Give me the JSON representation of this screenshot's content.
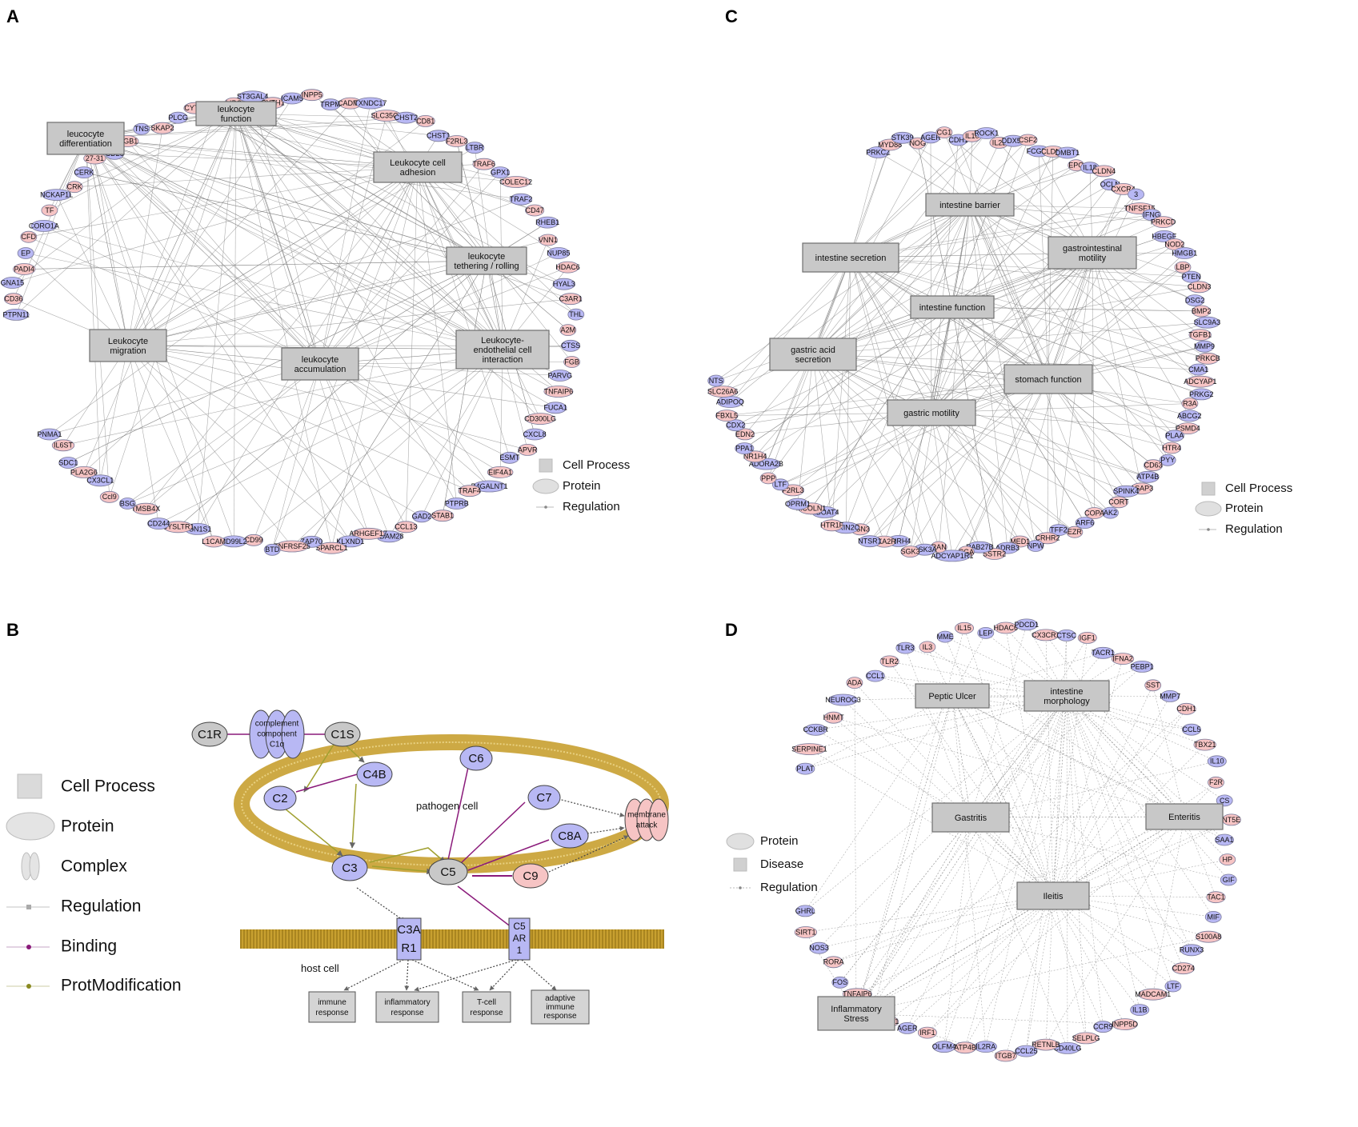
{
  "panels": {
    "A": {
      "label": "A",
      "processes": [
        {
          "id": "a_lf",
          "label": [
            "leukocyte",
            "function"
          ]
        },
        {
          "id": "a_ld",
          "label": [
            "leucocyte",
            "differentiation"
          ]
        },
        {
          "id": "a_lca",
          "label": [
            "Leukocyte cell",
            "adhesion"
          ]
        },
        {
          "id": "a_ltr",
          "label": [
            "leukocyte",
            "tethering / rolling"
          ]
        },
        {
          "id": "a_lm",
          "label": [
            "Leukocyte",
            "migration"
          ]
        },
        {
          "id": "a_la",
          "label": [
            "leukocyte",
            "accumulation"
          ]
        },
        {
          "id": "a_lec",
          "label": [
            "Leukocyte-",
            "endothelial cell",
            "interaction"
          ]
        }
      ],
      "proteins": [
        "PTPN11",
        "CD36",
        "GNA15",
        "PADI4",
        "EP",
        "CFD",
        "CORO1A",
        "TF",
        "NCKAP1L",
        "CRK",
        "CERK",
        "27-31",
        "CD28",
        "ITGB1",
        "TNS",
        "SKAP2",
        "PLCG",
        "CYTIP",
        "MC1R",
        "LIPG",
        "ST3GAL4",
        "CYTH1",
        "ICAM5",
        "INPP5",
        "TRPM",
        "CADM1",
        "TXNDC17",
        "SLC35C1",
        "CHST2",
        "CD81",
        "CHST1",
        "F2RL3",
        "LTBR",
        "TRAF6",
        "GPX1",
        "COLEC12",
        "TRAF2",
        "CD47",
        "RHEB1",
        "VNN1",
        "NUP85",
        "HDAC6",
        "HYAL3",
        "C3AR1",
        "THL",
        "A2M",
        "CTSS",
        "FGB",
        "PARVG",
        "TNFAIP6",
        "FUCA1",
        "CD300LG",
        "CXCL8",
        "APVR",
        "ESMT",
        "EIF4A1",
        "B4GALNT1",
        "TRAF4",
        "PTPRB",
        "STAB1",
        "GAD2",
        "CCL13",
        "ADAM28",
        "ARHGEF17",
        "KLXND1",
        "SPARCL1",
        "ZAP70",
        "TNFRSF25",
        "BTD",
        "CD99",
        "CD99L2",
        "L1CAM",
        "CSN1S1",
        "CYSLTR1",
        "CD244",
        "TMSB4X",
        "BSG",
        "Ccl9",
        "CX3CL1",
        "PLA2G6",
        "SDC1",
        "IL6ST",
        "PNMA1"
      ],
      "legend": [
        "Cell Process",
        "Protein",
        "Regulation"
      ]
    },
    "B": {
      "label": "B",
      "nodes": {
        "c1r": "C1R",
        "c1q": [
          "complement",
          "component",
          "C1q"
        ],
        "c1s": "C1S",
        "c4b": "C4B",
        "c2": "C2",
        "c3": "C3",
        "c5": "C5",
        "c6": "C6",
        "c7": "C7",
        "c8a": "C8A",
        "c9": "C9",
        "mac": [
          "membrane",
          "attack"
        ],
        "c3ar1": [
          "C3A",
          "R1"
        ],
        "c5ar1": [
          "C5",
          "AR",
          "1"
        ]
      },
      "pathogen_label": "pathogen cell",
      "host_label": "host cell",
      "processes": [
        [
          "immune",
          "response"
        ],
        [
          "inflammatory",
          "response"
        ],
        [
          "T-cell",
          "response"
        ],
        [
          "adaptive",
          "immune",
          "response"
        ]
      ],
      "legend": [
        "Cell Process",
        "Protein",
        "Complex",
        "Regulation",
        "Binding",
        "ProtModification"
      ]
    },
    "C": {
      "label": "C",
      "processes": [
        {
          "id": "c_ib",
          "label": [
            "intestine barrier"
          ]
        },
        {
          "id": "c_is",
          "label": [
            "intestine secretion"
          ]
        },
        {
          "id": "c_gim",
          "label": [
            "gastrointestinal",
            "motility"
          ]
        },
        {
          "id": "c_if",
          "label": [
            "intestine function"
          ]
        },
        {
          "id": "c_gas",
          "label": [
            "gastric acid",
            "secretion"
          ]
        },
        {
          "id": "c_sf",
          "label": [
            "stomach function"
          ]
        },
        {
          "id": "c_gm",
          "label": [
            "gastric motility"
          ]
        }
      ],
      "proteins": [
        "PRKCZ",
        "MYD88",
        "STK39",
        "NOG",
        "AGER",
        "CG1",
        "CDH1",
        "IL10",
        "ROCK1",
        "IL22",
        "DDX58",
        "CSF2",
        "FCGRT",
        "CLDN2",
        "DMBT1",
        "EPO",
        "IL18",
        "CLDN4",
        "OCLN",
        "CXCR4",
        "3",
        "TNFSF15",
        "IFNG",
        "PRKCD",
        "HBEGF",
        "NOD2",
        "HMGB1",
        "LBP",
        "PTEN",
        "CLDN3",
        "DSG2",
        "BMP2",
        "SLC9A3",
        "TGFB1",
        "MMP9",
        "PRKCB",
        "CMA1",
        "ADCYAP1",
        "PRKG2",
        "R3A",
        "ABCG2",
        "PSMD4",
        "PLAA",
        "HTR4",
        "PYY",
        "CD63",
        "ATP4B",
        "ASAP3",
        "SPINK4",
        "CORT",
        "AK2",
        "COPA",
        "ARF6",
        "EZR",
        "TFF2",
        "CRHR2",
        "NPW",
        "MED1",
        "ADRB3",
        "SSTR2",
        "RAB27B",
        "CGA",
        "ADCYAP1R1",
        "RAN",
        "GSK3A",
        "SGK3",
        "CHRH4",
        "BXA2R",
        "NTSR1",
        "CSN3",
        "GRIN2C",
        "HTR1F",
        "MBOAT4",
        "MCOLN1",
        "OPRM1",
        "F2RL3",
        "LTF",
        "PPP",
        "ADORA2B",
        "NR1H4",
        "PPA1",
        "EDN2",
        "CDX2",
        "FBXL5",
        "ADIPOQ",
        "SLC26A6",
        "NTS"
      ],
      "legend": [
        "Cell Process",
        "Protein",
        "Regulation"
      ]
    },
    "D": {
      "label": "D",
      "processes": [
        {
          "id": "d_pu",
          "label": [
            "Peptic Ulcer"
          ]
        },
        {
          "id": "d_im",
          "label": [
            "intestine",
            "morphology"
          ]
        },
        {
          "id": "d_ga",
          "label": [
            "Gastritis"
          ]
        },
        {
          "id": "d_en",
          "label": [
            "Enteritis"
          ]
        },
        {
          "id": "d_il",
          "label": [
            "Ileitis"
          ]
        },
        {
          "id": "d_is",
          "label": [
            "Inflammatory",
            "Stress"
          ]
        }
      ],
      "proteins": [
        "PLAT",
        "SERPINE1",
        "CCKBR",
        "HNMT",
        "NEUROG3",
        "ADA",
        "CCL1",
        "TLR2",
        "TLR3",
        "IL3",
        "MME",
        "IL15",
        "LEP",
        "HDAC6",
        "PDCD1",
        "CX3CR1",
        "CTSC",
        "IGF1",
        "TACR1",
        "IFNA2",
        "PEBP1",
        "SST",
        "MMP7",
        "CDH1",
        "CCL5",
        "TBX21",
        "IL10",
        "F2R",
        "CS",
        "NT5E",
        "SAA1",
        "HP",
        "GIF",
        "TAC1",
        "MIF",
        "S100A8",
        "RUNX3",
        "CD274",
        "LTF",
        "MADCAM1",
        "IL1B",
        "INPP5D",
        "CCR9",
        "SELPLG",
        "CD40LG",
        "RETNLB",
        "CCL25",
        "ITGB7",
        "IL2RA",
        "ATP4B",
        "OLFM4",
        "IRF1",
        "AGER",
        "KEAP1",
        "FOSL1",
        "TNFAIP6",
        "FOS",
        "RORA",
        "NOS3",
        "SIRT1",
        "GHRL"
      ],
      "legend": [
        "Protein",
        "Disease",
        "Regulation"
      ]
    }
  },
  "colors": {
    "protein_blue": "#b8b8f4",
    "protein_pink": "#f6c4c4",
    "process_gray": "#c8c8c8",
    "binding": "#8a1a7a",
    "protmod": "#a0a030",
    "membrane": "#c8a030"
  }
}
